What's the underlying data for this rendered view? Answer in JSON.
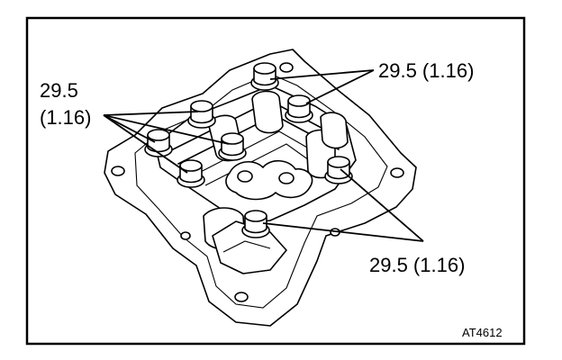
{
  "labels": {
    "top_right": "29.5 (1.16)",
    "left_line1": "29.5",
    "left_line2": "(1.16)",
    "bottom_right": "29.5 (1.16)"
  },
  "figure_id": "AT4612",
  "colors": {
    "ink": "#000000",
    "paper": "#ffffff"
  }
}
